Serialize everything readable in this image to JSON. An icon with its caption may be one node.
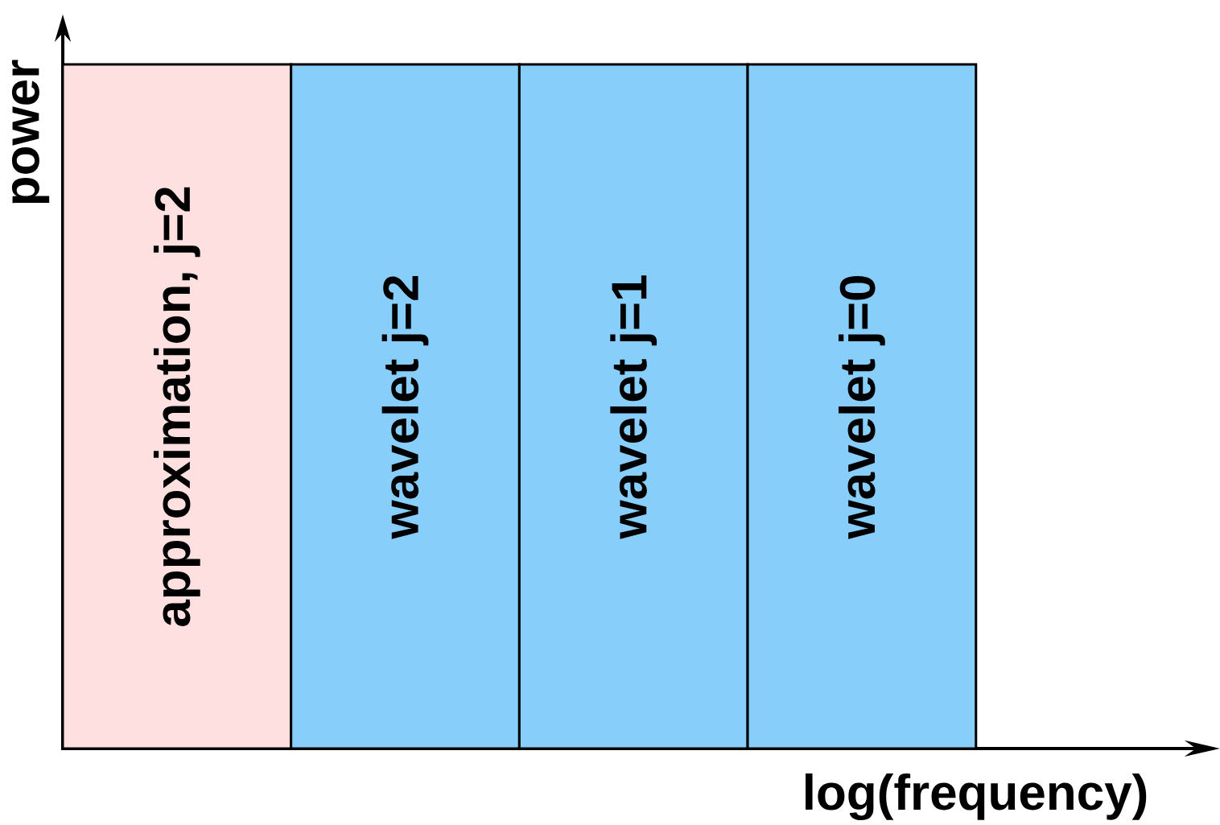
{
  "diagram": {
    "nodes": [
      {
        "text": [
          "approximation, j=2"
        ]
      },
      {
        "text": [
          "wavelet j=2"
        ]
      },
      {
        "text": [
          "wavelet j=1"
        ]
      },
      {
        "text": [
          "wavelet j=0"
        ]
      }
    ],
    "labels": [
      "power",
      "log(frequency)"
    ]
  }
}
